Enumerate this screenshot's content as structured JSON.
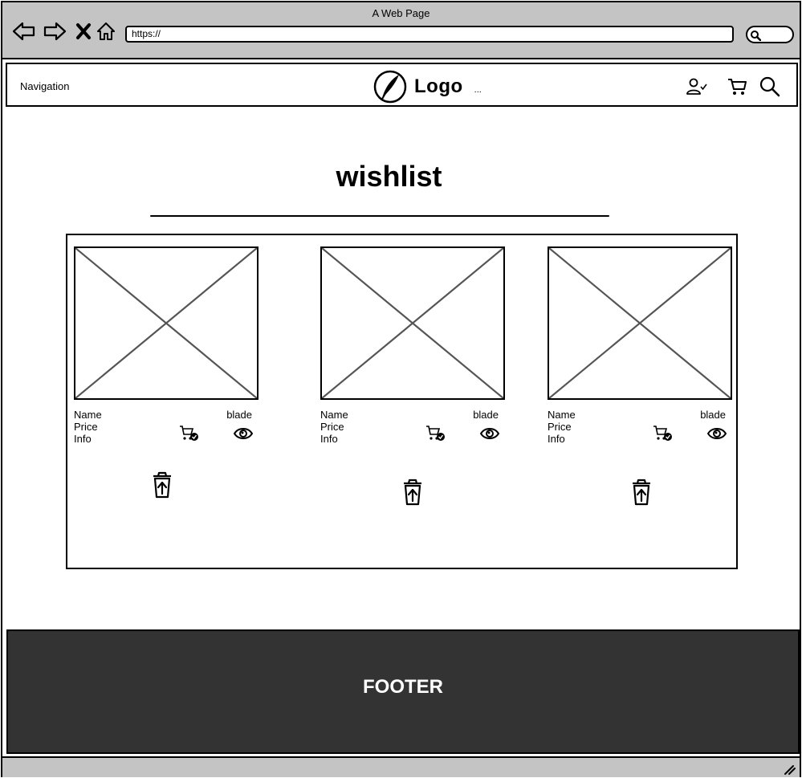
{
  "window": {
    "title": "A Web Page"
  },
  "browser": {
    "url": "https://",
    "icons": [
      "back-arrow-icon",
      "forward-arrow-icon",
      "close-x-icon",
      "home-icon",
      "search-icon"
    ]
  },
  "header": {
    "navigation_label": "Navigation",
    "logo_text": "Logo",
    "logo_extra": "...",
    "icons": [
      "user-check-icon",
      "cart-icon",
      "search-icon"
    ]
  },
  "main": {
    "title": "wishlist",
    "items": [
      {
        "name": "Name",
        "price": "Price",
        "info": "Info",
        "blade": "blade"
      },
      {
        "name": "Name",
        "price": "Price",
        "info": "Info",
        "blade": "blade"
      },
      {
        "name": "Name",
        "price": "Price",
        "info": "Info",
        "blade": "blade"
      }
    ],
    "item_icons": [
      "image-placeholder-icon",
      "cart-check-icon",
      "eye-icon",
      "trash-restore-icon"
    ]
  },
  "footer": {
    "label": "FOOTER"
  },
  "colors": {
    "chrome": "#c4c4c4",
    "footer_bg": "#333333",
    "footer_text": "#ffffff",
    "ink": "#000000"
  }
}
